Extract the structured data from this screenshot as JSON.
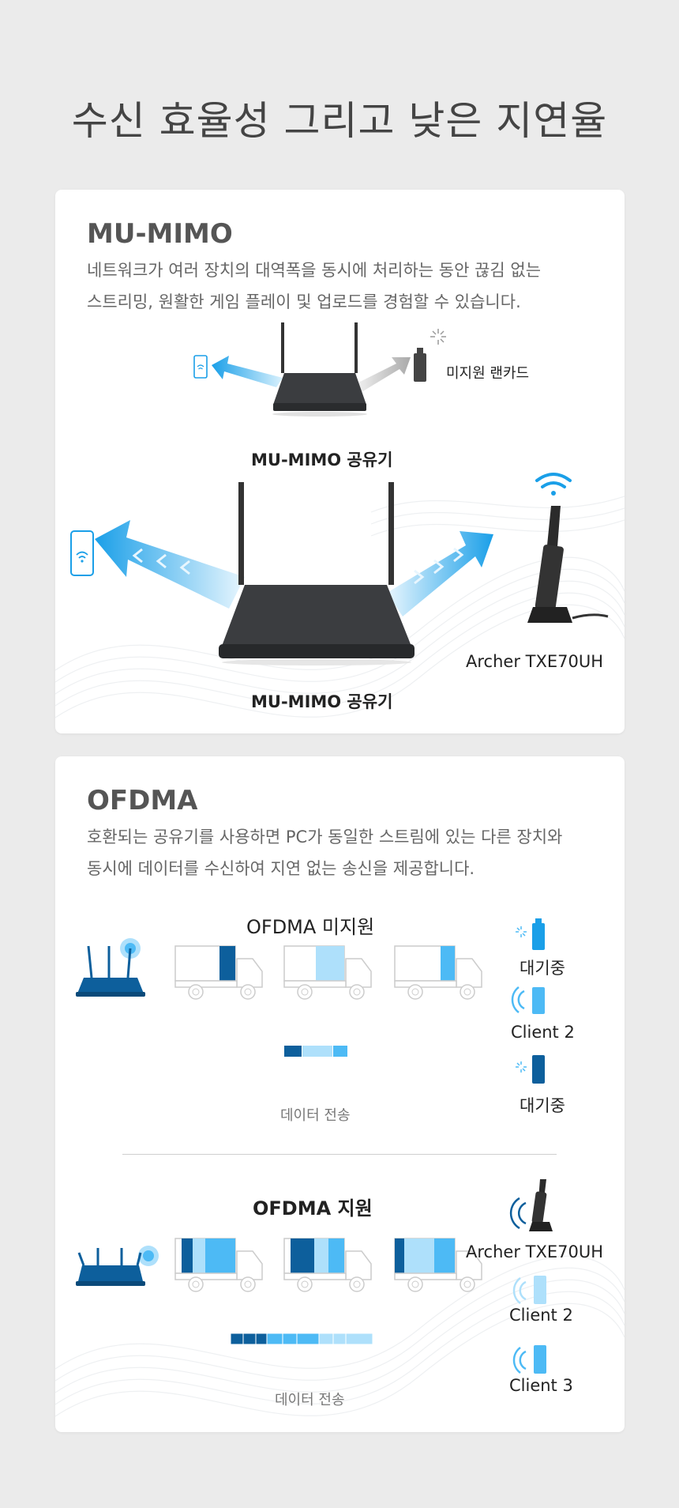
{
  "page": {
    "title": "수신 효율성 그리고 낮은 지연율"
  },
  "colors": {
    "accent": "#1a9fe8",
    "dark_blue": "#0d5f9c",
    "light_blue": "#aee0fb",
    "mid_blue": "#4dbaf5",
    "bg": "#ebebeb"
  },
  "mumimo": {
    "title": "MU-MIMO",
    "desc_line1": "네트워크가 여러 장치의 대역폭을 동시에 처리하는 동안 끊김 없는",
    "desc_line2": "스트리밍, 원활한 게임 플레이 및 업로드를 경험할 수 있습니다.",
    "small_router_label": "MU-MIMO 공유기",
    "unsupported_label": "미지원 랜카드",
    "large_router_label": "MU-MIMO 공유기",
    "adapter_label": "Archer TXE70UH"
  },
  "ofdma": {
    "title": "OFDMA",
    "desc_line1": "호환되는 공유기를 사용하면 PC가 동일한 스트림에 있는 다른 장치와",
    "desc_line2": "동시에 데이터를 수신하여 지연 없는 송신을 제공합니다.",
    "unsupported": {
      "heading": "OFDMA 미지원",
      "client1": "대기중",
      "client2": "Client 2",
      "client3": "대기중",
      "legend": "데이터 전송"
    },
    "supported": {
      "heading": "OFDMA 지원",
      "client1": "Archer TXE70UH",
      "client2": "Client 2",
      "client3": "Client 3",
      "legend": "데이터 전송"
    }
  },
  "icons": [
    "phone-icon",
    "wifi-icon",
    "usb-adapter-icon",
    "loading-spinner-icon",
    "router-icon",
    "truck-icon",
    "signal-waves-icon"
  ]
}
